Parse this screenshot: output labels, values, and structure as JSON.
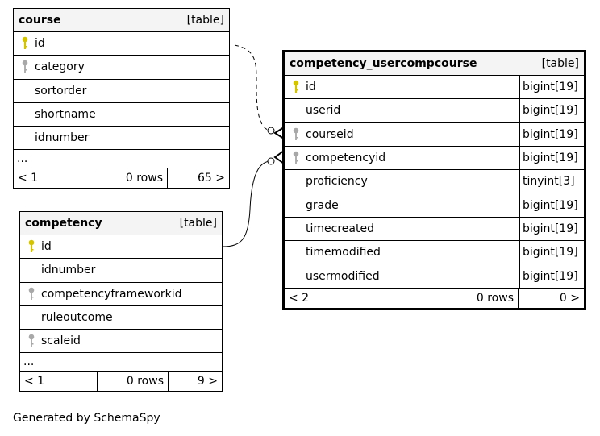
{
  "tables": {
    "course": {
      "name": "course",
      "kind": "[table]",
      "columns": [
        {
          "name": "id",
          "key": "primary"
        },
        {
          "name": "category",
          "key": "foreign"
        },
        {
          "name": "sortorder",
          "key": "none"
        },
        {
          "name": "shortname",
          "key": "none"
        },
        {
          "name": "idnumber",
          "key": "none"
        }
      ],
      "ellipsis": "...",
      "footer": {
        "prev": "< 1",
        "rows": "0 rows",
        "next": "65 >"
      }
    },
    "competency": {
      "name": "competency",
      "kind": "[table]",
      "columns": [
        {
          "name": "id",
          "key": "primary"
        },
        {
          "name": "idnumber",
          "key": "none"
        },
        {
          "name": "competencyframeworkid",
          "key": "foreign"
        },
        {
          "name": "ruleoutcome",
          "key": "none"
        },
        {
          "name": "scaleid",
          "key": "foreign"
        }
      ],
      "ellipsis": "...",
      "footer": {
        "prev": "< 1",
        "rows": "0 rows",
        "next": "9 >"
      }
    },
    "main": {
      "name": "competency_usercompcourse",
      "kind": "[table]",
      "columns": [
        {
          "name": "id",
          "type": "bigint[19]",
          "key": "primary"
        },
        {
          "name": "userid",
          "type": "bigint[19]",
          "key": "none"
        },
        {
          "name": "courseid",
          "type": "bigint[19]",
          "key": "foreign"
        },
        {
          "name": "competencyid",
          "type": "bigint[19]",
          "key": "foreign"
        },
        {
          "name": "proficiency",
          "type": "tinyint[3]",
          "key": "none"
        },
        {
          "name": "grade",
          "type": "bigint[19]",
          "key": "none"
        },
        {
          "name": "timecreated",
          "type": "bigint[19]",
          "key": "none"
        },
        {
          "name": "timemodified",
          "type": "bigint[19]",
          "key": "none"
        },
        {
          "name": "usermodified",
          "type": "bigint[19]",
          "key": "none"
        }
      ],
      "footer": {
        "prev": "< 2",
        "rows": "0 rows",
        "next": "0 >"
      }
    }
  },
  "colors": {
    "primary_key": "#d4c400",
    "foreign_key": "#a8a8a8",
    "header_bg": "#f4f4f4"
  },
  "caption": "Generated by SchemaSpy"
}
